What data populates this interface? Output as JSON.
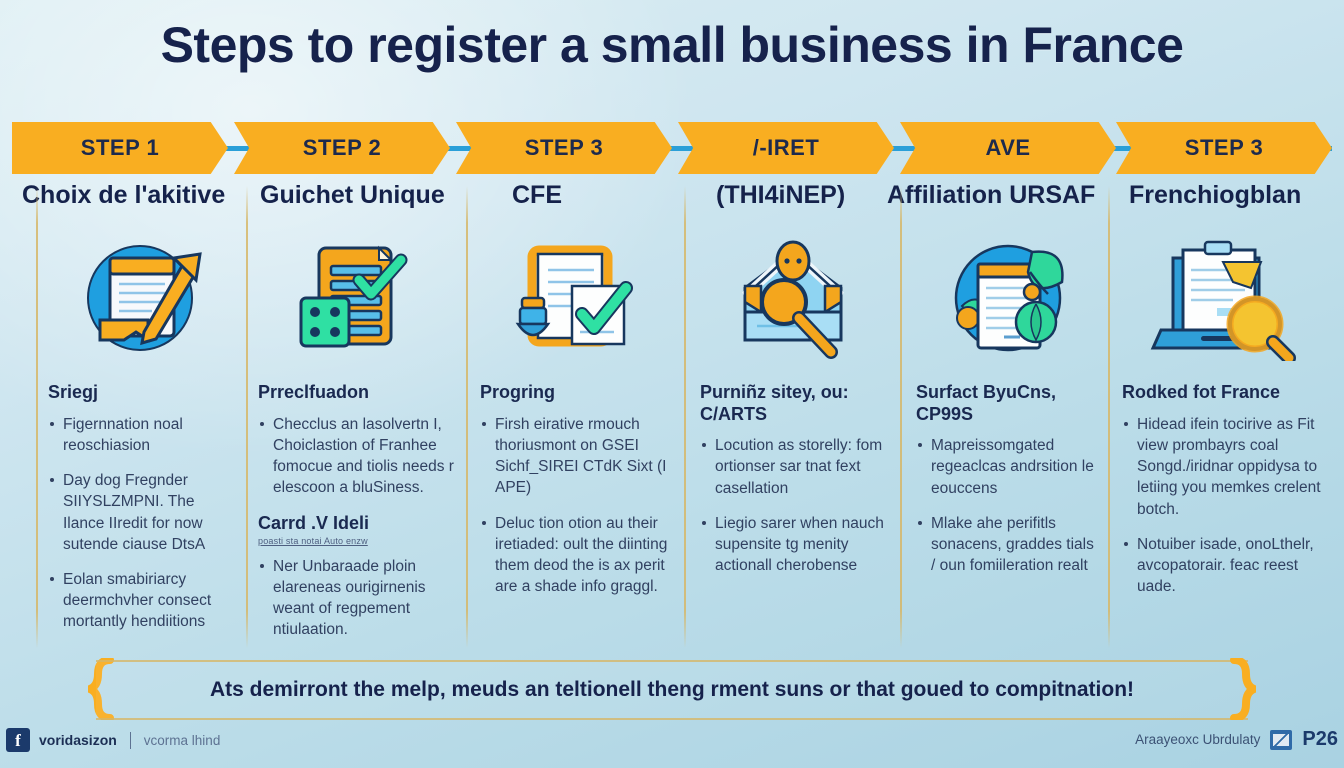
{
  "title": "Steps to register a small business in France",
  "colors": {
    "ribbon": "#f9ae21",
    "connector_line": "#2a9fd8",
    "title_text": "#16224c",
    "separator": "#d6b768",
    "background_top": "#dceef3",
    "background_bottom": "#a9d2e2"
  },
  "columns": [
    {
      "ribbon": "STEP 1",
      "heading": "Choix de l'akitive",
      "icon": "document-pencil-arrow-icon",
      "body_head": "Sriegj",
      "bullets": [
        "Figernnation noal reoschiasion",
        "Day dog Fregnder SIIYSLZMPNI. The Ilance IIredit for now sutende ciause DtsA",
        "Eolan smabiriarcy deermchvher consect mortantly hendiitions"
      ]
    },
    {
      "ribbon": "STEP 2",
      "heading": "Guichet Unique",
      "icon": "orange-document-check-dice-icon",
      "body_head": "Prreclfuadon",
      "bullets": [
        "Checclus an lasolvertn I, Choiclastion of Franhee fomocue and tiolis needs r elescoon a bluSiness."
      ],
      "sub_head": "Carrd .V Ideli",
      "sub_sub": "poasti sta notai Auto enzw",
      "bullets2": [
        "Ner Unbaraade ploin elareneas ourigirnenis weant of regpement ntiulaation."
      ]
    },
    {
      "ribbon": "STEP 3",
      "heading": "CFE",
      "icon": "documents-checkmark-stamp-icon",
      "body_head": "Progring",
      "bullets": [
        "Firsh eirative rmouch thoriusmont on GSEI Sichf_SIREI CTdK Sixt (I APE)",
        "Deluc tion otion au their iretiaded: oult the diinting them deod the is ax perit are a shade info graggl."
      ]
    },
    {
      "ribbon": "/-IRET",
      "heading": "(THI4iNEP)",
      "icon": "house-magnifier-icon",
      "body_head": "Purniñz sitey, ou: C/ARTS",
      "bullets": [
        "Locution as storelly: fom ortionser sar tnat fext casellation",
        "Liegio sarer when nauch supensite tg menity actionall cherobense"
      ]
    },
    {
      "ribbon": "AVE",
      "heading": "Affiliation URSAF",
      "icon": "globe-document-leaf-icon",
      "body_head": "Surfact ByuCns, CP99S",
      "bullets": [
        "Mapreissomgated regeaclcas andrsition le eouccens",
        "Mlake ahe perifitls sonacens, graddes tials / oun fomiileration realt"
      ]
    },
    {
      "ribbon": "STEP 3",
      "heading": "Frenchiogblan",
      "icon": "laptop-clipboard-magnifier-icon",
      "body_head": "Rodked fot France",
      "bullets": [
        "Hidead ifein tocirive as Fit view prombayrs coal Songd./iridnar oppidysa to letiing you memkes crelent botch.",
        "Notuiber isade, onoLthelr, avcopatorair. feac reest uade."
      ]
    }
  ],
  "callout": {
    "text": "Ats demirront the melp, meuds an teltionell theng rment suns or that goued to compitnation!"
  },
  "footer": {
    "facebook_glyph": "f",
    "handle": "voridasizon",
    "sub": "vcorma lhind",
    "credit": "Araayeoxc Ubrdulaty",
    "brand": "P26"
  }
}
